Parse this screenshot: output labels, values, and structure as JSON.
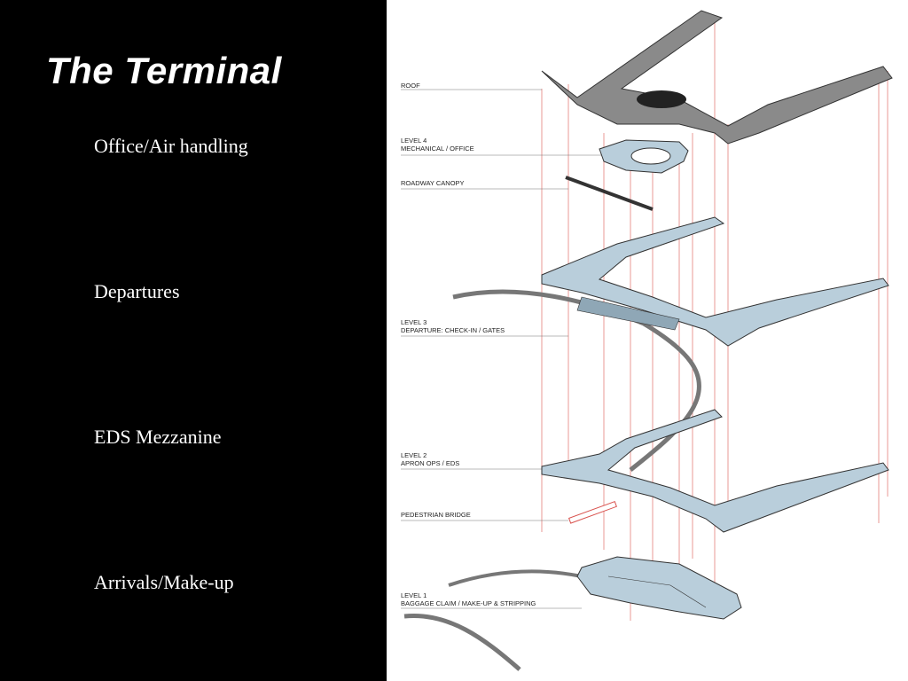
{
  "slide": {
    "title": "The Terminal",
    "levels": [
      "Office/Air handling",
      "Departures",
      "EDS Mezzanine",
      "Arrivals/Make-up"
    ]
  },
  "diagram": {
    "annotations": {
      "roof": "ROOF",
      "level4_title": "LEVEL 4",
      "level4_sub": "MECHANICAL / OFFICE",
      "roadway_canopy": "ROADWAY CANOPY",
      "level3_title": "LEVEL 3",
      "level3_sub": "DEPARTURE: CHECK-IN / GATES",
      "level2_title": "LEVEL 2",
      "level2_sub": "APRON OPS / EDS",
      "pedestrian_bridge": "PEDESTRIAN BRIDGE",
      "level1_title": "LEVEL 1",
      "level1_sub": "BAGGAGE CLAIM / MAKE-UP & STRIPPING"
    }
  },
  "colors": {
    "background_left": "#000000",
    "background_right": "#ffffff",
    "floor_fill": "#b9cedb",
    "roof_fill": "#8a8a8a",
    "connector": "#d9534f"
  }
}
